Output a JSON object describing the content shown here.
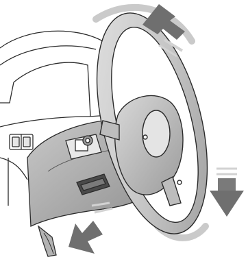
{
  "figure": {
    "subject": "steering-column-tilt-and-telescope-adjustment",
    "arrows": [
      {
        "name": "tilt-up-arrow",
        "direction": "up-right"
      },
      {
        "name": "tilt-down-arrow",
        "direction": "down"
      },
      {
        "name": "release-lever-arrow",
        "direction": "down-left"
      }
    ],
    "colors": {
      "line": "#2b2b2b",
      "wheel_fill": "#cfcfcf",
      "wheel_shadow": "#8e8e8e",
      "dash_fill": "#ffffff",
      "column_fill": "#bdbdbd",
      "arrow_fill": "#6f6f6f",
      "arrow_light": "#d2d2d2"
    }
  }
}
